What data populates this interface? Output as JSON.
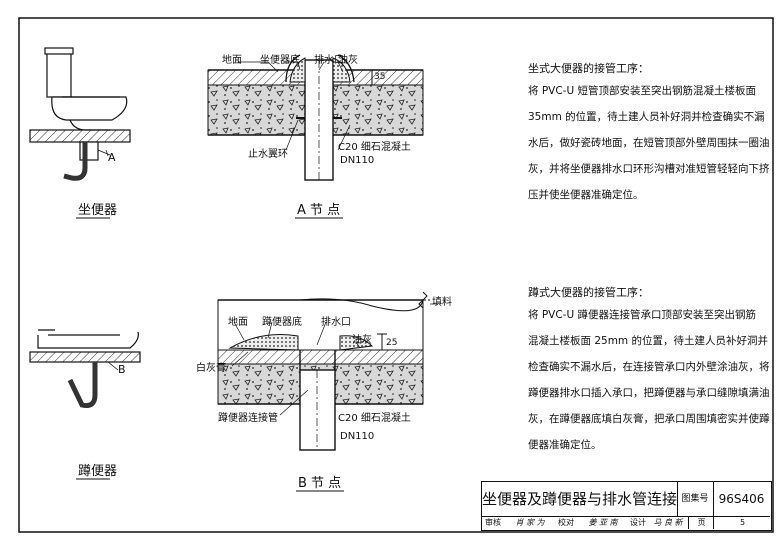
{
  "labels": {
    "floor": "地面",
    "toilet_base": "坐便器底",
    "drain": "排水口",
    "putty": "油灰",
    "dim_35": "35",
    "concrete": "C20 细石混凝土",
    "dn110": "DN110",
    "water_ring": "止水翼环",
    "marker_a": "A",
    "marker_b": "B",
    "squat_base": "蹲便器底",
    "fill": "填料",
    "dim_25": "25",
    "white_lime": "白灰膏",
    "squat_pipe": "蹲便器连接管"
  },
  "captions": {
    "toilet": "坐便器",
    "node_a": "A 节 点",
    "squat": "蹲便器",
    "node_b": "B 节 点"
  },
  "procedure_a": {
    "title": "坐式大便器的接管工序：",
    "lines": [
      "将 PVC-U 短管顶部安装至突出钢筋混凝土楼板面",
      "35mm 的位置，待土建人员补好洞并检查确实不漏",
      "水后，做好瓷砖地面，在短管顶部外壁周围抹一圈油",
      "灰，并将坐便器排水口环形沟槽对准短管轻轻向下挤",
      "压并使坐便器准确定位。"
    ]
  },
  "procedure_b": {
    "title": "蹲式大便器的接管工序：",
    "lines": [
      "将 PVC-U 蹲便器连接管承口顶部安装至突出钢筋",
      "混凝土楼板面 25mm 的位置，待土建人员补好洞并",
      "检查确实不漏水后，在连接管承口内外壁涂油灰，将",
      "蹲便器排水口插入承口，把蹲便器与承口缝隙填满油",
      "灰，在蹲便器底填白灰膏，把承口周围填密实并使蹲",
      "便器准确定位。"
    ]
  },
  "title_block": {
    "title": "坐便器及蹲便器与排水管连接",
    "atlas_label": "图集号",
    "atlas_no": "96S406",
    "review_label": "审核",
    "review_sign": "肖 家 为",
    "check_label": "校对",
    "check_sign": "姜 亚 南",
    "design_label": "设计",
    "design_sign": "马 良 新",
    "page_label": "页",
    "page_no": "5"
  }
}
